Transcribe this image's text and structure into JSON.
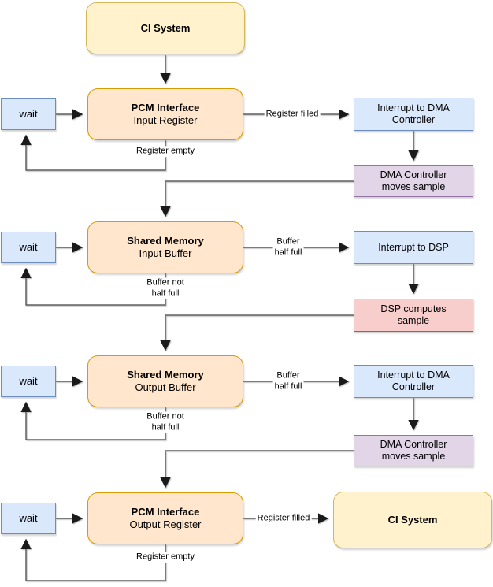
{
  "diagram": {
    "nodes": {
      "ci_system_top": {
        "title": "CI System"
      },
      "pcm_input": {
        "title": "PCM Interface",
        "subtitle": "Input Register"
      },
      "wait_1": {
        "label": "wait"
      },
      "interrupt_dma_1": {
        "line1": "Interrupt to DMA",
        "line2": "Controller"
      },
      "dma_moves_1": {
        "line1": "DMA Controller",
        "line2": "moves sample"
      },
      "shared_memory_input": {
        "title": "Shared Memory",
        "subtitle": "Input Buffer"
      },
      "wait_2": {
        "label": "wait"
      },
      "interrupt_dsp": {
        "line1": "Interrupt to DSP"
      },
      "dsp_computes": {
        "line1": "DSP computes",
        "line2": "sample"
      },
      "shared_memory_output": {
        "title": "Shared Memory",
        "subtitle": "Output Buffer"
      },
      "wait_3": {
        "label": "wait"
      },
      "interrupt_dma_2": {
        "line1": "Interrupt to DMA",
        "line2": "Controller"
      },
      "dma_moves_2": {
        "line1": "DMA Controller",
        "line2": "moves sample"
      },
      "pcm_output": {
        "title": "PCM Interface",
        "subtitle": "Output Register"
      },
      "wait_4": {
        "label": "wait"
      },
      "ci_system_bottom": {
        "title": "CI System"
      }
    },
    "edge_labels": {
      "register_filled": "Register filled",
      "register_empty": "Register empty",
      "buffer_half_full_l1": "Buffer",
      "buffer_half_full_l2": "half full",
      "buffer_not_half_full_l1": "Buffer not",
      "buffer_not_half_full_l2": "half full"
    },
    "colors": {
      "yellow_fill": "#FFF2CC",
      "yellow_stroke": "#D6B656",
      "orange_fill": "#FFE6CC",
      "orange_stroke": "#D79B00",
      "blue_fill": "#DAE8FC",
      "blue_stroke": "#6C8EBF",
      "purple_fill": "#E1D5E7",
      "purple_stroke": "#9673A6",
      "red_fill": "#F8CECC",
      "red_stroke": "#B85450",
      "connector_line": "#616161",
      "arrowhead": "#1a1a1a"
    }
  }
}
